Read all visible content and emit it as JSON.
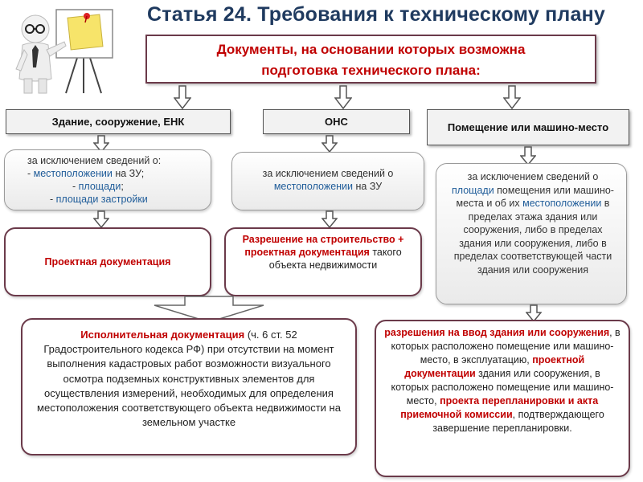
{
  "title": "Статья 24. Требования к техническому плану",
  "main": {
    "line1": "Документы, на основании которых возможна",
    "line2": "подготовка технического плана:"
  },
  "categories": {
    "building": "Здание, сооружение, ЕНК",
    "ons": "ОНС",
    "room": "Помещение или машино-место"
  },
  "exclusion_building": {
    "intro": "за исключением сведений о:",
    "item1_prefix": "- ",
    "item1": "местоположении",
    "item1_suffix": " на ЗУ;",
    "item2_prefix": "- ",
    "item2": "площади",
    "item2_suffix": ";",
    "item3_prefix": "- ",
    "item3": "площади застройки"
  },
  "exclusion_ons": {
    "intro": "за исключением сведений о",
    "item1": "местоположении",
    "item1_suffix": " на ЗУ"
  },
  "exclusion_room": {
    "intro": "за исключением сведений о",
    "area": "площади",
    "part2": " помещения или машино-места и об их",
    "location": "местоположении",
    "part3": " в пределах этажа здания или сооружения, либо в пределах здания или сооружения, либо в пределах соответствующей части здания или сооружения"
  },
  "project_doc": "Проектная документация",
  "ons_permit": {
    "bold": "Разрешение на строительство + проектная документация",
    "rest": " такого объекта недвижимости"
  },
  "executive": {
    "bold": "Исполнительная документация",
    "rest": " (ч. 6 ст. 52 Градостроительного кодекса РФ) при отсутствии на момент выполнения кадастровых работ возможности визуального осмотра подземных конструктивных элементов для осуществления измерений, необходимых для определения местоположения соответствующего объекта недвижимости на земельном участке"
  },
  "room_docs": {
    "b1": "разрешения на ввод здания или сооружения",
    "t1": ", в которых расположено помещение или машино-место, в эксплуатацию, ",
    "b2": "проектной документации",
    "t2": " здания или сооружения, в которых расположено помещение или машино-место, ",
    "b3": "проекта перепланировки и акта приемочной комиссии",
    "t3": ", подтверждающего завершение перепланировки."
  },
  "colors": {
    "title": "#1f3a5f",
    "accent_red": "#c00000",
    "link_blue": "#1f5c99",
    "box_border": "#6b3a4a"
  },
  "icons": [
    "presenter-figure-icon",
    "down-arrow-icon"
  ]
}
